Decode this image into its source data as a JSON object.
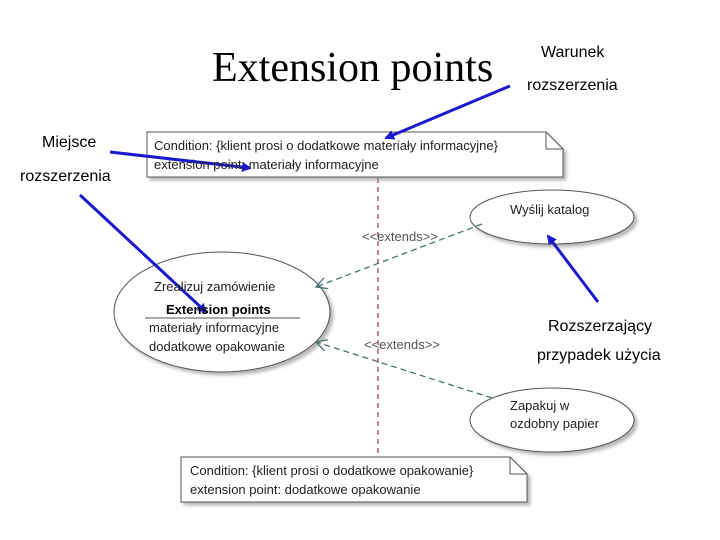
{
  "title": "Extension points",
  "callouts": {
    "condition": [
      "Warunek",
      "rozszerzenia"
    ],
    "location": [
      "Miejsce",
      "rozszerzenia"
    ],
    "extending_case": [
      "Rozszerzający",
      "przypadek użycia"
    ]
  },
  "notes": {
    "top": {
      "condition": "Condition: {klient prosi o dodatkowe materiały informacyjne}",
      "extension_point": "extension point: materiały informacyjne"
    },
    "bottom": {
      "condition": "Condition: {klient prosi o dodatkowe opakowanie}",
      "extension_point": "extension point: dodatkowe opakowanie"
    }
  },
  "use_cases": {
    "base": {
      "name": "Zrealizuj zamówienie",
      "extension_points_header": "Extension points",
      "extension_points": [
        "materiały informacyjne",
        "dodatkowe opakowanie"
      ]
    },
    "catalog": {
      "name": "Wyślij katalog"
    },
    "wrap": {
      "name_lines": [
        "Zapakuj w",
        "ozdobny papier"
      ]
    }
  },
  "relationships": {
    "extends_label": "<<extends>>"
  },
  "colors": {
    "callout_arrow": "#1a1acc",
    "dependency_line": "#4a7070",
    "anchor_line": "#a03050",
    "shape_border": "#555555"
  }
}
